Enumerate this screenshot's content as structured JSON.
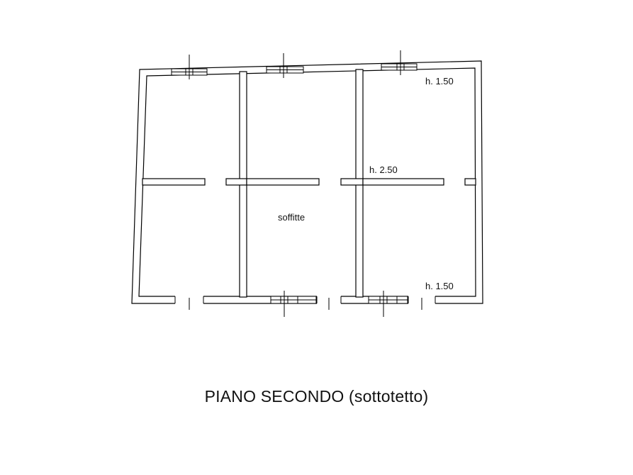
{
  "plan": {
    "title": "PIANO SECONDO (sottotetto)",
    "labels": {
      "top_right_height": "h. 1.50",
      "center_height": "h. 2.50",
      "bottom_right_height": "h. 1.50",
      "room": "soffitte"
    }
  },
  "colors": {
    "line": "#000000",
    "background": "#ffffff"
  }
}
